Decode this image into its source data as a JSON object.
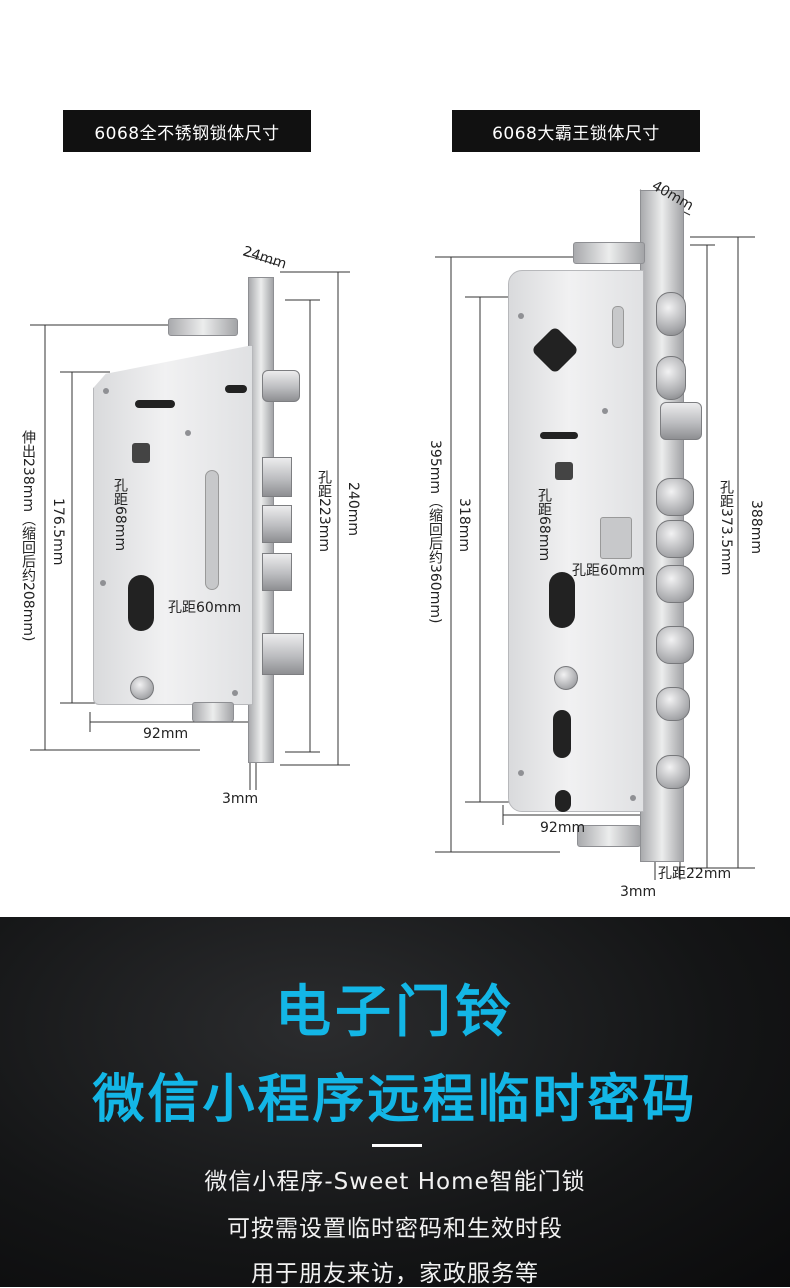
{
  "left": {
    "header": "6068全不锈钢锁体尺寸",
    "dim_faceplate_width": "24mm",
    "dim_extend": "伸出238mm（缩回后约208mm)",
    "dim_176": "176.5mm",
    "dim_hole_68": "孔距68mm",
    "dim_hole_60": "孔距60mm",
    "dim_hole_223": "孔距223mm",
    "dim_240": "240mm",
    "dim_92": "92mm",
    "dim_3": "3mm"
  },
  "right": {
    "header": "6068大霸王锁体尺寸",
    "dim_40": "40mm",
    "dim_395": "395mm（缩回后约360mm)",
    "dim_318": "318mm",
    "dim_hole_68": "孔距68mm",
    "dim_hole_60": "孔距60mm",
    "dim_hole_373": "孔距373.5mm",
    "dim_388": "388mm",
    "dim_92": "92mm",
    "dim_hole_22": "孔距22mm",
    "dim_3": "3mm"
  },
  "promo": {
    "title1": "电子门铃",
    "title2": "微信小程序远程临时密码",
    "line1": "微信小程序-Sweet Home智能门锁",
    "line2": "可按需设置临时密码和生效时段",
    "line3": "用于朋友来访，家政服务等"
  },
  "colors": {
    "accent": "#13b6e6",
    "header_bg": "#111111"
  }
}
